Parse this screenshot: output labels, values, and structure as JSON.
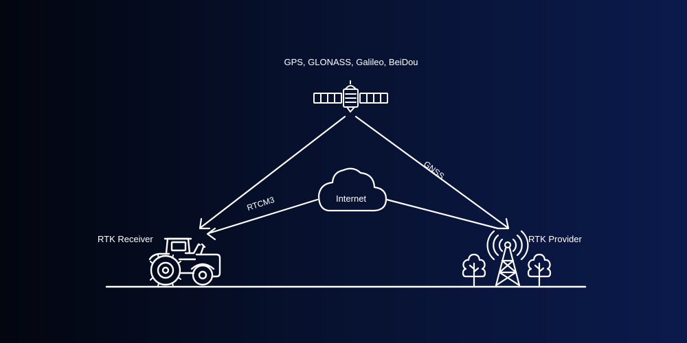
{
  "diagram": {
    "satellite_label": "GPS, GLONASS, Galileo, BeiDou",
    "receiver_label": "RTK Receiver",
    "provider_label": "RTK Provider",
    "cloud_label": "Internet",
    "link_rtcm_label": "RTCM3",
    "link_gnss_label": "GNSS"
  },
  "colors": {
    "background_left": "#03060f",
    "background_right": "#0b1a4c",
    "line": "#ffffff"
  },
  "icons": [
    "satellite-icon",
    "cloud-icon",
    "tractor-icon",
    "antenna-tower-icon",
    "tree-icon"
  ]
}
